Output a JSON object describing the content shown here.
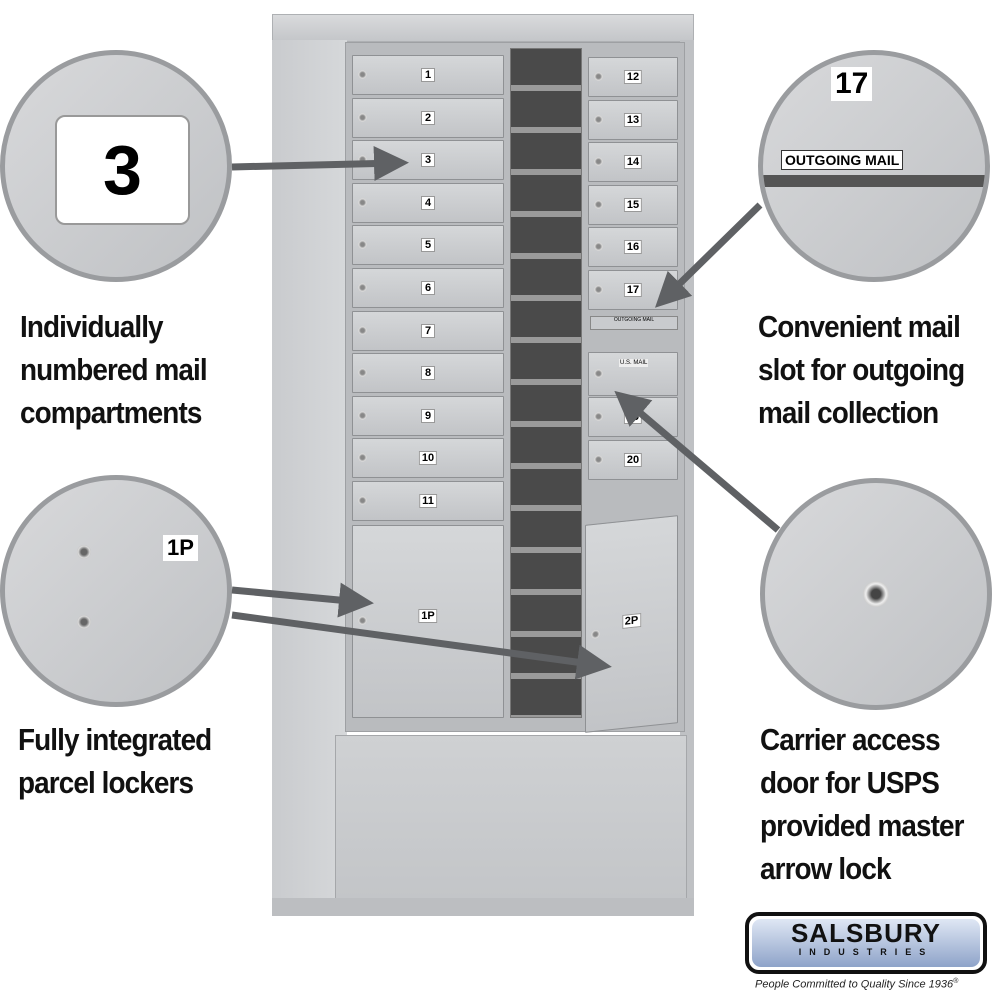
{
  "product": {
    "left_doors": [
      "1",
      "2",
      "3",
      "4",
      "5",
      "6",
      "7",
      "8",
      "9",
      "10",
      "11"
    ],
    "right_doors": [
      "12",
      "13",
      "14",
      "15",
      "16",
      "17"
    ],
    "lower_right_doors": [
      "",
      "19",
      "20"
    ],
    "parcel_left": "1P",
    "parcel_right": "2P",
    "slot_label": "OUTGOING MAIL",
    "usps_label": "U.S. MAIL"
  },
  "callouts": {
    "number_zoom": "3",
    "parcel_zoom": "1P",
    "slot_zoom_number": "17",
    "slot_zoom_label": "OUTGOING MAIL",
    "left_top": [
      "Individually",
      "numbered mail",
      "compartments"
    ],
    "left_bottom": [
      "Fully integrated",
      "parcel lockers"
    ],
    "right_top": [
      "Convenient mail",
      "slot for outgoing",
      "mail collection"
    ],
    "right_bottom": [
      "Carrier access",
      "door for USPS",
      "provided master",
      "arrow lock"
    ]
  },
  "brand": {
    "name": "SALSBURY",
    "sub": "INDUSTRIES",
    "tagline": "People Committed to Quality Since 1936",
    "reg": "®"
  },
  "colors": {
    "arrow": "#5f6164",
    "logo_blue": "#8ea3c9"
  }
}
